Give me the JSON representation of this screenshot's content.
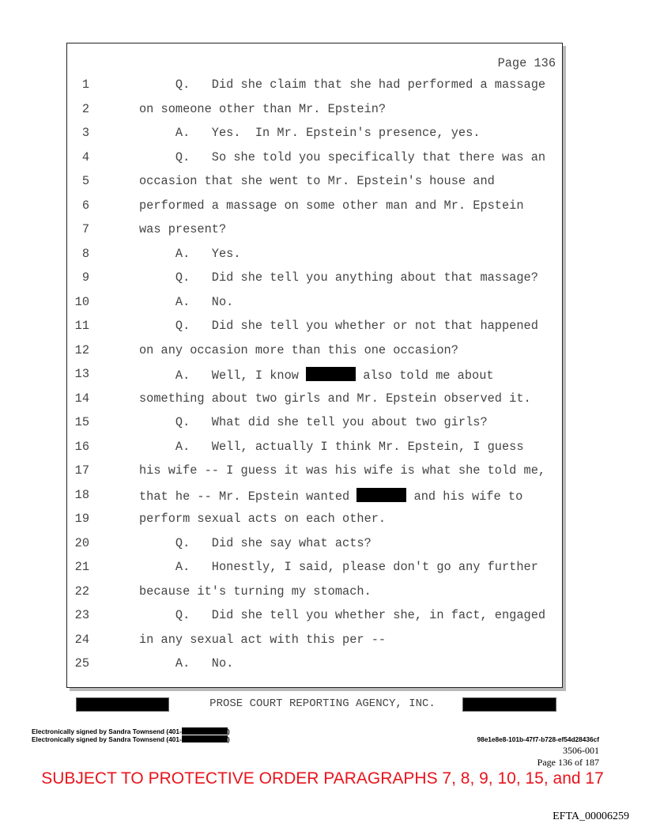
{
  "page_header": "Page 136",
  "lines": [
    {
      "num": "1",
      "segments": [
        "     Q.   Did she claim that she had performed a massage"
      ]
    },
    {
      "num": "2",
      "segments": [
        "on someone other than Mr. Epstein?"
      ]
    },
    {
      "num": "3",
      "segments": [
        "     A.   Yes.  In Mr. Epstein's presence, yes."
      ]
    },
    {
      "num": "4",
      "segments": [
        "     Q.   So she told you specifically that there was an"
      ]
    },
    {
      "num": "5",
      "segments": [
        "occasion that she went to Mr. Epstein's house and"
      ]
    },
    {
      "num": "6",
      "segments": [
        "performed a massage on some other man and Mr. Epstein"
      ]
    },
    {
      "num": "7",
      "segments": [
        "was present?"
      ]
    },
    {
      "num": "8",
      "segments": [
        "     A.   Yes."
      ]
    },
    {
      "num": "9",
      "segments": [
        "     Q.   Did she tell you anything about that massage?"
      ]
    },
    {
      "num": "10",
      "segments": [
        "     A.   No."
      ]
    },
    {
      "num": "11",
      "segments": [
        "     Q.   Did she tell you whether or not that happened"
      ]
    },
    {
      "num": "12",
      "segments": [
        "on any occasion more than this one occasion?"
      ]
    },
    {
      "num": "13",
      "segments": [
        "     A.   Well, I know ",
        null,
        " also told me about"
      ]
    },
    {
      "num": "14",
      "segments": [
        "something about two girls and Mr. Epstein observed it."
      ]
    },
    {
      "num": "15",
      "segments": [
        "     Q.   What did she tell you about two girls?"
      ]
    },
    {
      "num": "16",
      "segments": [
        "     A.   Well, actually I think Mr. Epstein, I guess"
      ]
    },
    {
      "num": "17",
      "segments": [
        "his wife -- I guess it was his wife is what she told me,"
      ]
    },
    {
      "num": "18",
      "segments": [
        "that he -- Mr. Epstein wanted ",
        null,
        " and his wife to"
      ]
    },
    {
      "num": "19",
      "segments": [
        "perform sexual acts on each other."
      ]
    },
    {
      "num": "20",
      "segments": [
        "     Q.   Did she say what acts?"
      ]
    },
    {
      "num": "21",
      "segments": [
        "     A.   Honestly, I said, please don't go any further"
      ]
    },
    {
      "num": "22",
      "segments": [
        "because it's turning my stomach."
      ]
    },
    {
      "num": "23",
      "segments": [
        "     Q.   Did she tell you whether she, in fact, engaged"
      ]
    },
    {
      "num": "24",
      "segments": [
        "in any sexual act with this per --"
      ]
    },
    {
      "num": "25",
      "segments": [
        "     A.   No."
      ]
    }
  ],
  "footer": {
    "agency": "PROSE COURT REPORTING AGENCY, INC.",
    "signature_prefix": "Electronically signed by Sandra Townsend (401-",
    "signature_suffix": ")",
    "hash": "98e1e8e8-101b-47f7-b728-ef54d28436cf",
    "case_number": "3506-001",
    "page_of": "Page 136 of 187",
    "protective_order": "SUBJECT TO PROTECTIVE ORDER PARAGRAPHS 7, 8, 9, 10, 15, and 17",
    "bates": "EFTA_00006259"
  }
}
